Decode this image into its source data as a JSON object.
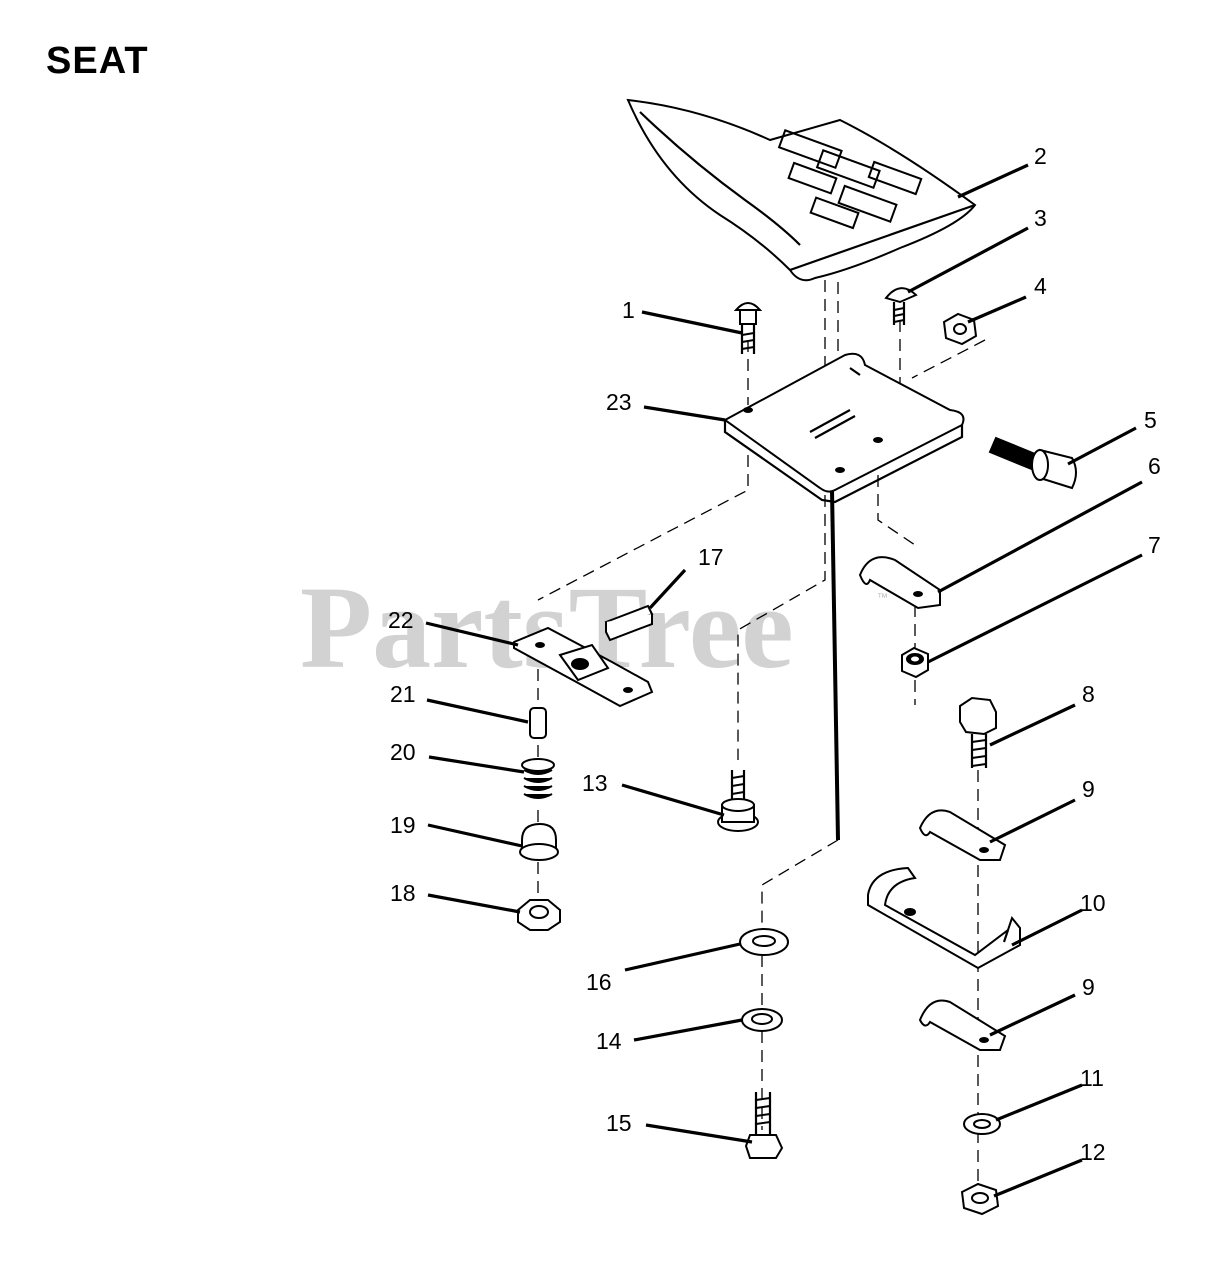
{
  "title": "SEAT",
  "watermark": "PartsTree",
  "watermark_mark": "™",
  "callouts": [
    {
      "id": "1",
      "label": "1"
    },
    {
      "id": "2",
      "label": "2"
    },
    {
      "id": "3",
      "label": "3"
    },
    {
      "id": "4",
      "label": "4"
    },
    {
      "id": "5",
      "label": "5"
    },
    {
      "id": "6",
      "label": "6"
    },
    {
      "id": "7",
      "label": "7"
    },
    {
      "id": "8",
      "label": "8"
    },
    {
      "id": "9a",
      "label": "9"
    },
    {
      "id": "9b",
      "label": "9"
    },
    {
      "id": "10",
      "label": "10"
    },
    {
      "id": "11",
      "label": "11"
    },
    {
      "id": "12",
      "label": "12"
    },
    {
      "id": "13",
      "label": "13"
    },
    {
      "id": "14",
      "label": "14"
    },
    {
      "id": "15",
      "label": "15"
    },
    {
      "id": "16",
      "label": "16"
    },
    {
      "id": "17",
      "label": "17"
    },
    {
      "id": "18",
      "label": "18"
    },
    {
      "id": "19",
      "label": "19"
    },
    {
      "id": "20",
      "label": "20"
    },
    {
      "id": "21",
      "label": "21"
    },
    {
      "id": "22",
      "label": "22"
    },
    {
      "id": "23",
      "label": "23"
    }
  ]
}
